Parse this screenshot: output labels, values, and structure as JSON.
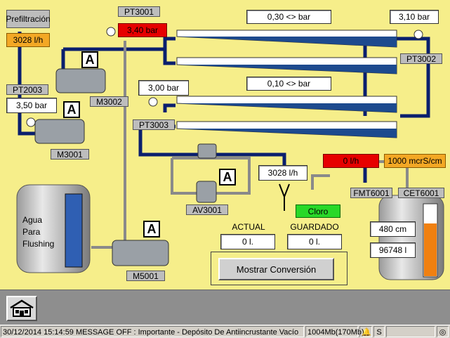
{
  "screen": {
    "prefiltracion_label": "Prefiltración",
    "prefiltracion_flow": "3028 l/h",
    "pt3001": {
      "tag": "PT3001",
      "value": "3,40 bar"
    },
    "pt2003": {
      "tag": "PT2003",
      "value": "3,50 bar"
    },
    "pt3002": {
      "tag": "PT3002",
      "value": "3,10 bar"
    },
    "pt3003": {
      "tag": "PT3003",
      "value": "3,00 bar"
    },
    "dp_upper": "0,30 <> bar",
    "dp_lower": "0,10 <> bar",
    "m3002": "M3002",
    "m3001": "M3001",
    "m5001": "M5001",
    "av3001": "AV3001",
    "mode_letter": "A",
    "flow_out": "3028 l/h",
    "fmt6001": {
      "tag": "FMT6001",
      "value": "0 l/h"
    },
    "cet6001": {
      "tag": "CET6001",
      "value": "1000 mcrS/cm"
    },
    "cloro": "Cloro",
    "tank_label_1": "Agua",
    "tank_label_2": "Para",
    "tank_label_3": "Flushing",
    "tank_level": "480 cm",
    "tank_volume": "96748 l",
    "actual_label": "ACTUAL",
    "actual_value": "0 l.",
    "guardado_label": "GUARDADO",
    "guardado_value": "0 l.",
    "mostrar_button": "Mostrar Conversión"
  },
  "status_bar": {
    "message": "30/12/2014 15:14:59 MESSAGE OFF : Importante - Depósito De Antiincrustante Vacío",
    "memory": "1004Mb(170Mb)",
    "s_icon": "S"
  },
  "icons": {
    "home": "home-icon",
    "alarm": "alarm-bell-icon",
    "status": "status-circle-icon"
  }
}
